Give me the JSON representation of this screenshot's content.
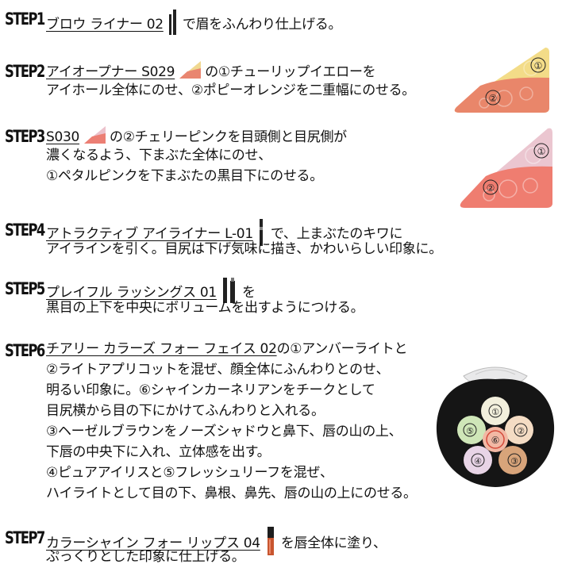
{
  "colors": {
    "text": "#111111",
    "yellow_shade": "#f3dc88",
    "orange_shade": "#e9866a",
    "pink_shade": "#e9a8b6",
    "coral_shade": "#ef7d70",
    "palette_case": "#151515"
  },
  "steps": [
    {
      "label": "STEP1",
      "product": "ブロウ ライナー 02",
      "icon": "brow-pencil-icon",
      "lines": [
        "で眉をふんわり仕上げる。"
      ]
    },
    {
      "label": "STEP2",
      "product": "アイオープナー S029",
      "icon": "eyeshadow-duo-icon",
      "lines": [
        "の①チューリップイエローを",
        "アイホール全体にのせ、②ポピーオレンジを二重幅にのせる。"
      ],
      "swatch_marks": [
        "①",
        "②"
      ]
    },
    {
      "label": "STEP3",
      "product": "S030",
      "icon": "eyeshadow-duo-icon",
      "lines": [
        "の②チェリーピンクを目頭側と目尻側が",
        "濃くなるよう、下まぶた全体にのせ、",
        "①ペタルピンクを下まぶたの黒目下にのせる。"
      ],
      "swatch_marks": [
        "①",
        "②"
      ]
    },
    {
      "label": "STEP4",
      "product": "アトラクティブ アイライナー L-01",
      "icon": "eyeliner-icon",
      "lines": [
        "で、上まぶたのキワに",
        "アイラインを引く。目尻は下げ気味に描き、かわいらしい印象に。"
      ]
    },
    {
      "label": "STEP5",
      "product": "プレイフル ラッシングス 01",
      "icon": "mascara-icon",
      "lines": [
        "を",
        "黒目の上下を中央にボリュームを出すようにつける。"
      ]
    },
    {
      "label": "STEP6",
      "product": "チアリー カラーズ フォー フェイス 02",
      "icon": "palette-icon",
      "lines": [
        "の①アンバーライトと",
        "②ライトアプリコットを混ぜ、顔全体にふんわりとのせ、",
        "明るい印象に。⑥シャインカーネリアンをチークとして",
        "目尻横から目の下にかけてふんわりと入れる。",
        "③ヘーゼルブラウンをノーズシャドウと鼻下、唇の山の上、",
        "下唇の中央下に入れ、立体感を出す。",
        "④ピュアアイリスと⑤フレッシュリーフを混ぜ、",
        "ハイライトとして目の下、鼻根、鼻先、唇の山の上にのせる。"
      ],
      "palette_marks": [
        "①",
        "②",
        "③",
        "④",
        "⑤",
        "⑥"
      ]
    },
    {
      "label": "STEP7",
      "product": "カラーシャイン フォー リップス 04",
      "icon": "lip-gloss-icon",
      "lines": [
        "を唇全体に塗り、",
        "ぷっくりとした印象に仕上げる。"
      ]
    }
  ]
}
